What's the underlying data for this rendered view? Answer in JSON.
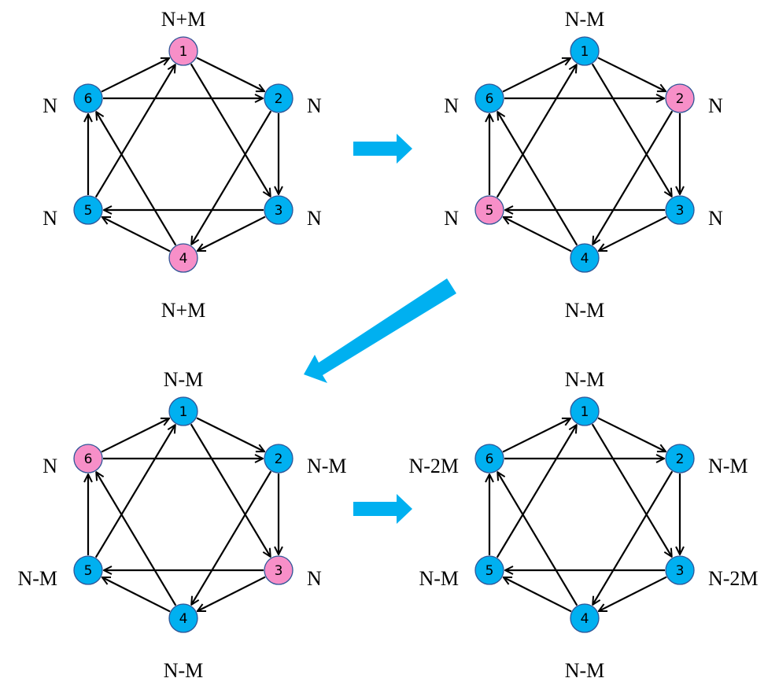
{
  "colors": {
    "blue_node": "#00b0f0",
    "pink_node": "#f78fc8",
    "arrow": "#00b0f0",
    "edge": "#000000"
  },
  "edges": [
    [
      1,
      2
    ],
    [
      1,
      3
    ],
    [
      2,
      3
    ],
    [
      2,
      4
    ],
    [
      3,
      5
    ],
    [
      3,
      4
    ],
    [
      4,
      5
    ],
    [
      4,
      6
    ],
    [
      5,
      6
    ],
    [
      5,
      1
    ],
    [
      6,
      1
    ],
    [
      6,
      2
    ]
  ],
  "diagrams": [
    {
      "nodes": [
        {
          "id": "1",
          "color": "pink"
        },
        {
          "id": "2",
          "color": "blue"
        },
        {
          "id": "3",
          "color": "blue"
        },
        {
          "id": "4",
          "color": "pink"
        },
        {
          "id": "5",
          "color": "blue"
        },
        {
          "id": "6",
          "color": "blue"
        }
      ],
      "labels": {
        "top": "N+M",
        "bottom": "N+M",
        "left_upper": "N",
        "right_upper": "N",
        "left_lower": "N",
        "right_lower": "N"
      }
    },
    {
      "nodes": [
        {
          "id": "1",
          "color": "blue"
        },
        {
          "id": "2",
          "color": "pink"
        },
        {
          "id": "3",
          "color": "blue"
        },
        {
          "id": "4",
          "color": "blue"
        },
        {
          "id": "5",
          "color": "pink"
        },
        {
          "id": "6",
          "color": "blue"
        }
      ],
      "labels": {
        "top": "N-M",
        "bottom": "N-M",
        "left_upper": "N",
        "right_upper": "N",
        "left_lower": "N",
        "right_lower": "N"
      }
    },
    {
      "nodes": [
        {
          "id": "1",
          "color": "blue"
        },
        {
          "id": "2",
          "color": "blue"
        },
        {
          "id": "3",
          "color": "pink"
        },
        {
          "id": "4",
          "color": "blue"
        },
        {
          "id": "5",
          "color": "blue"
        },
        {
          "id": "6",
          "color": "pink"
        }
      ],
      "labels": {
        "top": "N-M",
        "bottom": "N-M",
        "left_upper": "N",
        "right_upper": "N-M",
        "left_lower": "N-M",
        "right_lower": "N"
      }
    },
    {
      "nodes": [
        {
          "id": "1",
          "color": "blue"
        },
        {
          "id": "2",
          "color": "blue"
        },
        {
          "id": "3",
          "color": "blue"
        },
        {
          "id": "4",
          "color": "blue"
        },
        {
          "id": "5",
          "color": "blue"
        },
        {
          "id": "6",
          "color": "blue"
        }
      ],
      "labels": {
        "top": "N-M",
        "bottom": "N-M",
        "left_upper": "N-2M",
        "right_upper": "N-M",
        "left_lower": "N-M",
        "right_lower": "N-2M"
      }
    }
  ],
  "flow_arrows": [
    "right",
    "down-left",
    "right"
  ]
}
